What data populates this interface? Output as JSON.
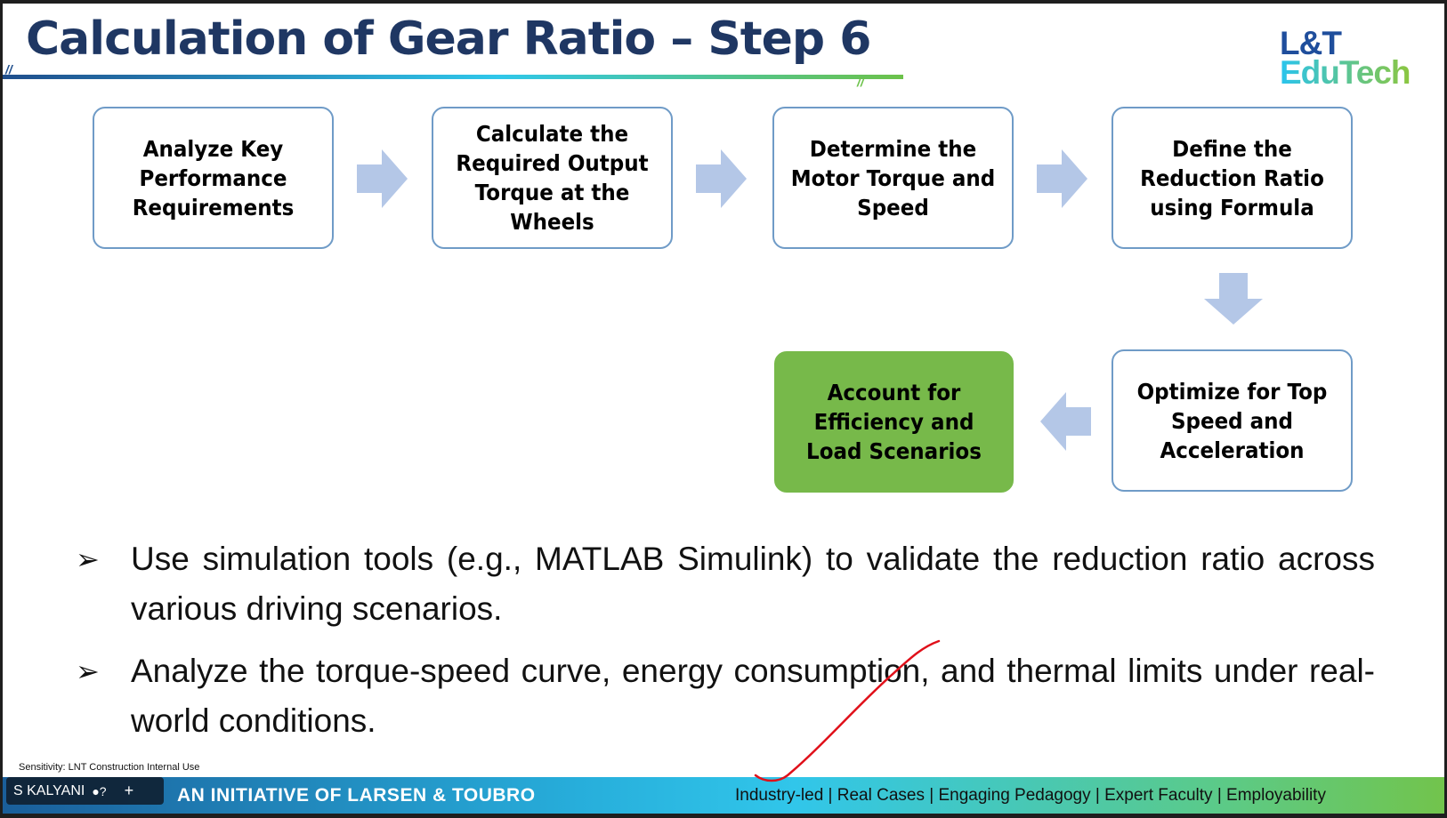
{
  "slide": {
    "title": "Calculation of Gear Ratio – Step 6",
    "logo": {
      "line1": "L&T",
      "line2": "EduTech"
    },
    "flow_steps": [
      "Analyze Key Performance Requirements",
      "Calculate the Required Output Torque at the Wheels",
      "Determine the Motor Torque and Speed",
      "Define the Reduction Ratio using Formula",
      "Optimize for Top Speed and Acceleration",
      "Account for Efficiency and Load Scenarios"
    ],
    "highlight_color": "#77b94a",
    "arrow_color": "#b4c7e7",
    "bullet_marker": "➢",
    "bullets": [
      "Use simulation tools (e.g., MATLAB Simulink) to validate the reduction ratio across various driving scenarios.",
      "Analyze the torque-speed curve, energy consumption, and thermal limits under real-world conditions."
    ],
    "footer": {
      "left": "AN INITIATIVE OF LARSEN & TOUBRO",
      "right": "Industry-led | Real Cases | Engaging Pedagogy | Expert Faculty | Employability",
      "sensitivity": "Sensitivity: LNT Construction Internal Use"
    }
  },
  "overlay": {
    "presenter_name": "S KALYANI",
    "annotation_color": "#e0101a"
  }
}
